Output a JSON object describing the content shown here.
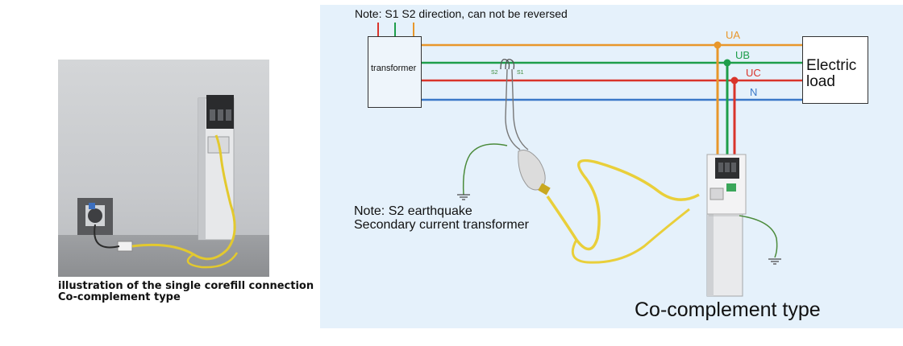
{
  "photo_caption": {
    "line1": "illustration of the single corefill connection",
    "line2": "Co-complement type"
  },
  "diagram": {
    "note_top": "Note: S1 S2 direction, can not be reversed",
    "transformer_label": "transformer",
    "load_label_line1": "Electric",
    "load_label_line2": "load",
    "phases": {
      "ua": "UA",
      "ub": "UB",
      "uc": "UC",
      "n": "N"
    },
    "terminals": {
      "s2": "S2",
      "s1": "S1"
    },
    "note_s2_line1": "Note: S2 earthquake",
    "note_s2_line2": "Secondary current transformer",
    "footer_title": "Co-complement type"
  },
  "colors": {
    "ua": "#e8972b",
    "ub": "#1e9e4a",
    "uc": "#d9342b",
    "n": "#3a78c9",
    "cable": "#e9cf3a",
    "background": "#e5f1fb"
  }
}
